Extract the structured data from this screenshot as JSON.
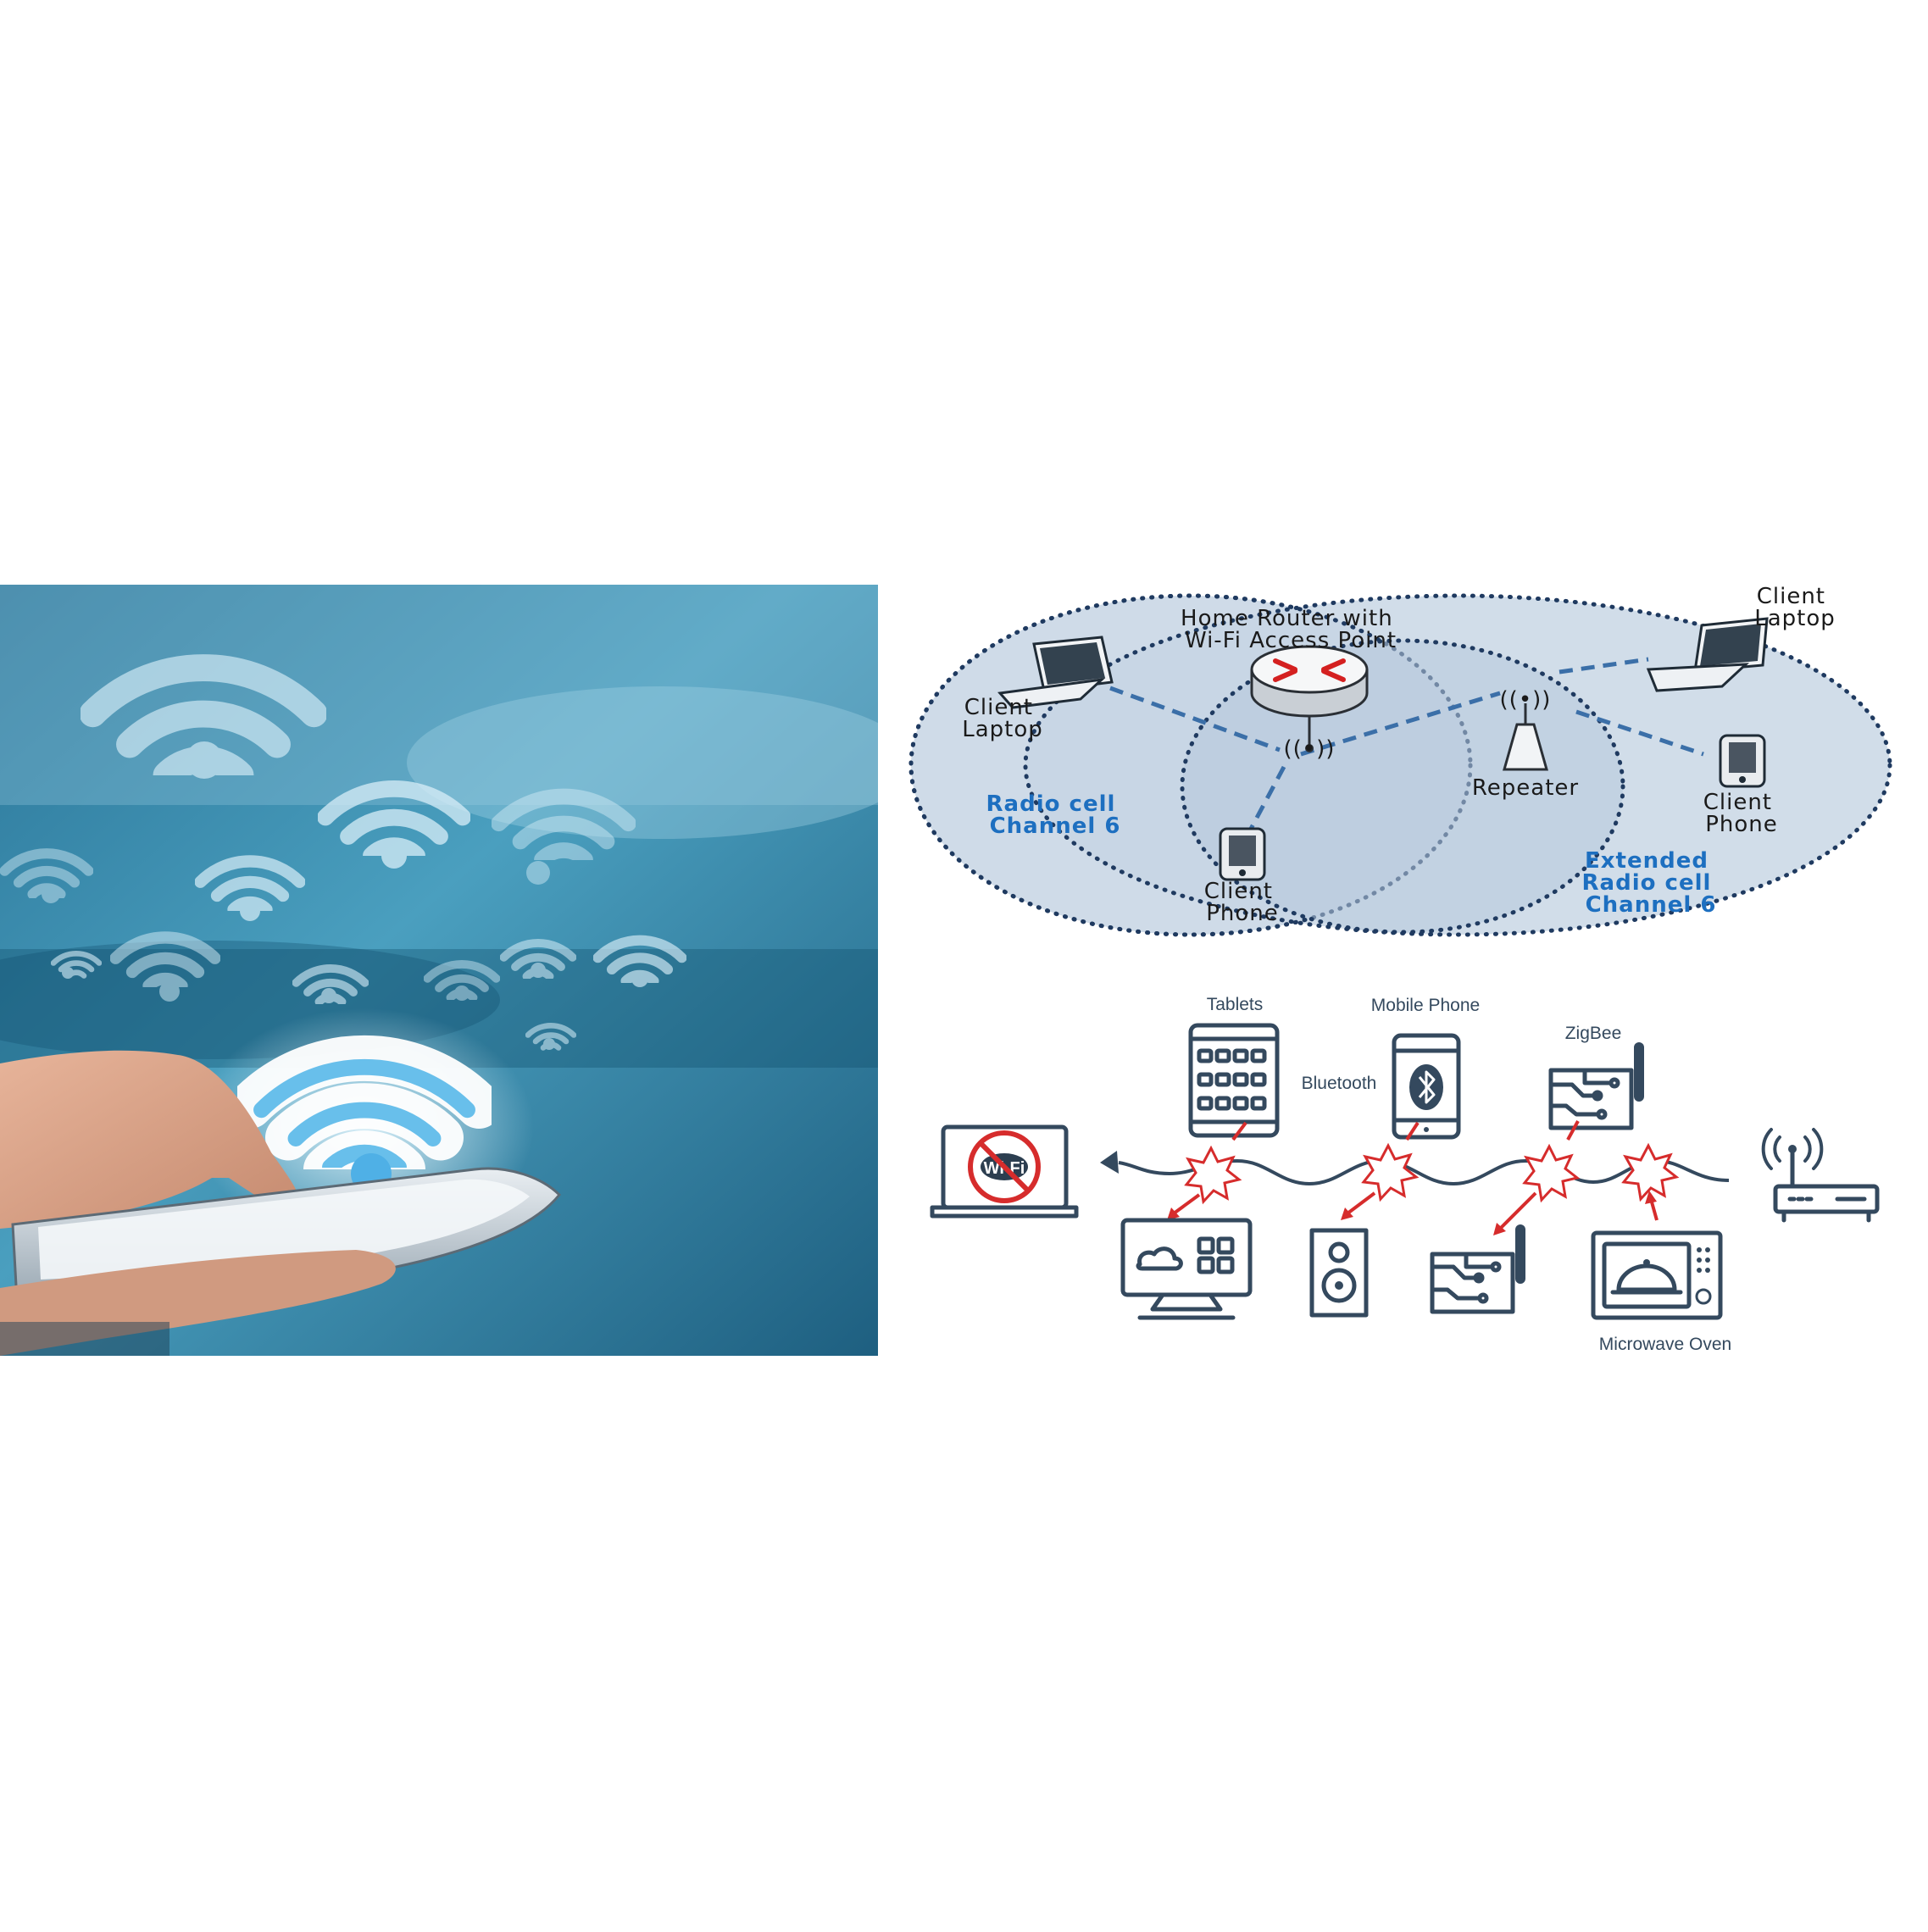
{
  "network_diagram": {
    "labels": {
      "client_laptop_left": [
        "Client",
        "Laptop"
      ],
      "router": [
        "Home Router with",
        "Wi-Fi Access Point"
      ],
      "client_laptop_right": [
        "Client",
        "Laptop"
      ],
      "repeater": "Repeater",
      "client_phone_right": [
        "Client",
        "Phone"
      ],
      "client_phone_center": [
        "Client",
        "Phone"
      ],
      "radio_cell": [
        "Radio cell",
        "Channel 6"
      ],
      "extended_cell": [
        "Extended",
        "Radio cell",
        "Channel 6"
      ]
    },
    "colors": {
      "cell_fill": "#cfdbe8",
      "dots": "#1f3a60",
      "link": "#3b6fa8",
      "label_blue": "#1d6fc0"
    }
  },
  "interference_diagram": {
    "labels": {
      "tablets": "Tablets",
      "mobile_phone": "Mobile Phone",
      "bluetooth": "Bluetooth",
      "zigbee": "ZigBee",
      "microwave": "Microwave Oven",
      "no_wifi_badge": "Wi-Fi"
    },
    "colors": {
      "icon_stroke": "#34495e",
      "burst": "#d62c2c"
    }
  },
  "photo": {
    "colors": {
      "background": "#2f7f9e",
      "glow": "#bfe8ff"
    }
  }
}
